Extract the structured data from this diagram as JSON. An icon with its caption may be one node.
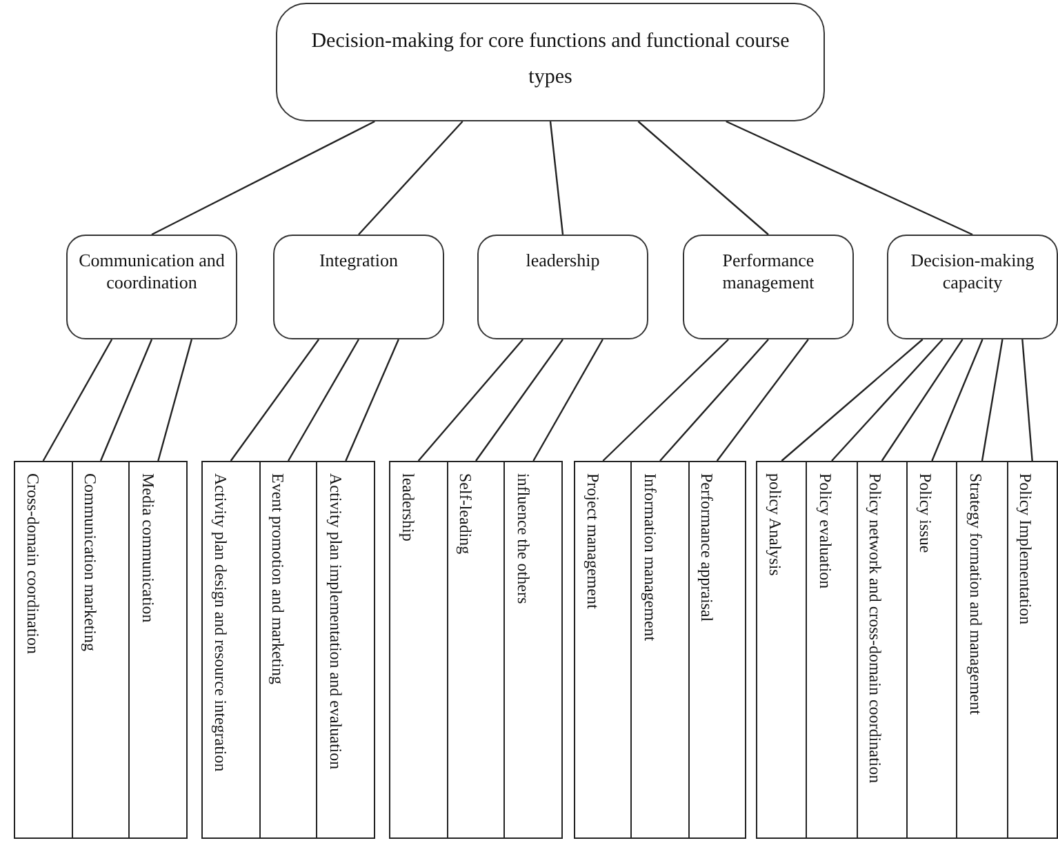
{
  "diagram": {
    "nodes": [
      {
        "text": [
          "Decision-making for core functions and functional course types"
        ]
      },
      {
        "text": [
          "Communication and coordination"
        ]
      },
      {
        "text": [
          "Integration"
        ]
      },
      {
        "text": [
          "leadership"
        ]
      },
      {
        "text": [
          "Performance management"
        ]
      },
      {
        "text": [
          "Decision-making capacity"
        ]
      },
      {
        "text": [
          "Cross-domain coordination"
        ]
      },
      {
        "text": [
          "Communication marketing"
        ]
      },
      {
        "text": [
          "Media communication"
        ]
      },
      {
        "text": [
          "Activity plan design and resource integration"
        ]
      },
      {
        "text": [
          "Event promotion and marketing"
        ]
      },
      {
        "text": [
          "Activity plan implementation and evaluation"
        ]
      },
      {
        "text": [
          "leadership"
        ]
      },
      {
        "text": [
          "Self-leading"
        ]
      },
      {
        "text": [
          "influence the others"
        ]
      },
      {
        "text": [
          "Project management"
        ]
      },
      {
        "text": [
          "Information management"
        ]
      },
      {
        "text": [
          "Performance appraisal"
        ]
      },
      {
        "text": [
          "policy Analysis"
        ]
      },
      {
        "text": [
          "Policy evaluation"
        ]
      },
      {
        "text": [
          "Policy network and cross-domain coordination"
        ]
      },
      {
        "text": [
          "Policy issue"
        ]
      },
      {
        "text": [
          "Strategy formation and management"
        ]
      },
      {
        "text": [
          "Policy Implementation"
        ]
      }
    ],
    "edges": [
      {
        "from": 0,
        "to": 1,
        "arrow": "none"
      },
      {
        "from": 0,
        "to": 2,
        "arrow": "none"
      },
      {
        "from": 0,
        "to": 3,
        "arrow": "none"
      },
      {
        "from": 0,
        "to": 4,
        "arrow": "none"
      },
      {
        "from": 0,
        "to": 5,
        "arrow": "none"
      },
      {
        "from": 1,
        "to": 6,
        "arrow": "none"
      },
      {
        "from": 1,
        "to": 7,
        "arrow": "none"
      },
      {
        "from": 1,
        "to": 8,
        "arrow": "none"
      },
      {
        "from": 2,
        "to": 9,
        "arrow": "none"
      },
      {
        "from": 2,
        "to": 10,
        "arrow": "none"
      },
      {
        "from": 2,
        "to": 11,
        "arrow": "none"
      },
      {
        "from": 3,
        "to": 12,
        "arrow": "none"
      },
      {
        "from": 3,
        "to": 13,
        "arrow": "none"
      },
      {
        "from": 3,
        "to": 14,
        "arrow": "none"
      },
      {
        "from": 4,
        "to": 15,
        "arrow": "none"
      },
      {
        "from": 4,
        "to": 16,
        "arrow": "none"
      },
      {
        "from": 4,
        "to": 17,
        "arrow": "none"
      },
      {
        "from": 5,
        "to": 18,
        "arrow": "none"
      },
      {
        "from": 5,
        "to": 19,
        "arrow": "none"
      },
      {
        "from": 5,
        "to": 20,
        "arrow": "none"
      },
      {
        "from": 5,
        "to": 21,
        "arrow": "none"
      },
      {
        "from": 5,
        "to": 22,
        "arrow": "none"
      },
      {
        "from": 5,
        "to": 23,
        "arrow": "none"
      }
    ]
  }
}
